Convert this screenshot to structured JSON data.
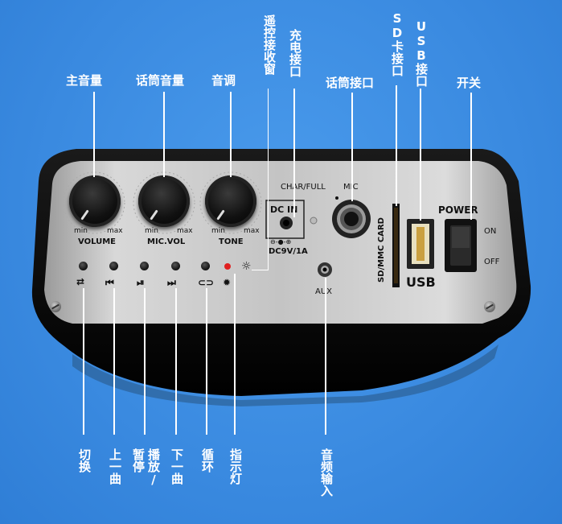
{
  "labels": {
    "main_volume": "主音量",
    "mic_volume": "话筒音量",
    "tone": "音调",
    "remote_receiver": "遥控接收窗",
    "charge_port": "充电接口",
    "mic_port": "话筒接口",
    "sd_port": "SD卡接口",
    "usb_port": "USB接口",
    "switch": "开关",
    "mode_switch": "切换",
    "previous": "上一曲",
    "play_pause_a": "播放/",
    "play_pause_b": "暂停",
    "next": "下一曲",
    "loop": "循环",
    "indicator": "指示灯",
    "audio_input": "音频输入"
  },
  "panel": {
    "knob1_min": "min",
    "knob1_max": "max",
    "knob1_name": "VOLUME",
    "knob2_min": "min",
    "knob2_max": "max",
    "knob2_name": "MIC.VOL",
    "knob3_min": "min",
    "knob3_max": "max",
    "knob3_name": "TONE",
    "dc_in": "DC IN",
    "dc_spec": "DC9V/1A",
    "char_full": "CHAR/FULL",
    "mic": "MIC",
    "sd_card": "SD/MMC CARD",
    "usb": "USB",
    "power": "POWER",
    "on": "ON",
    "off": "OFF",
    "aux": "AUX"
  },
  "icons": {
    "mode": "switch-arrows-icon",
    "prev": "previous-track-icon",
    "play": "play-pause-icon",
    "next": "next-track-icon",
    "loop": "loop-icon",
    "sun": "brightness-icon",
    "remote": "remote-sensor-icon"
  },
  "colors": {
    "background": "#3c8ee0",
    "panel": "#c8c8c8",
    "bezel": "#0a0a0a",
    "led": "#e02020"
  }
}
